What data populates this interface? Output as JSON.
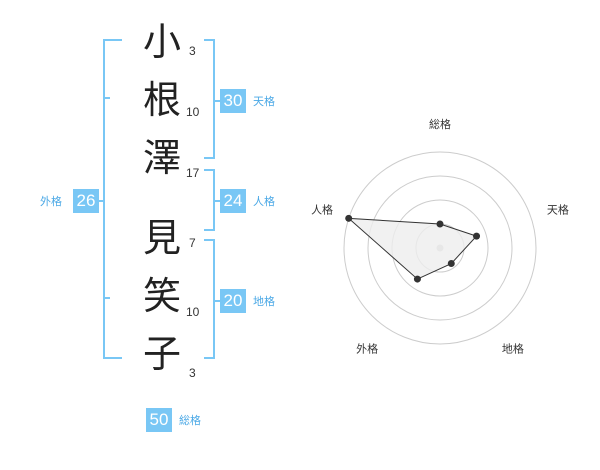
{
  "name": {
    "characters": [
      {
        "char": "小",
        "strokes": "3"
      },
      {
        "char": "根",
        "strokes": "10"
      },
      {
        "char": "澤",
        "strokes": "17"
      },
      {
        "char": "見",
        "strokes": "7"
      },
      {
        "char": "笑",
        "strokes": "10"
      },
      {
        "char": "子",
        "strokes": "3"
      }
    ]
  },
  "fortunes": {
    "tenkaku": {
      "value": "30",
      "label": "天格"
    },
    "jinkaku": {
      "value": "24",
      "label": "人格"
    },
    "chikaku": {
      "value": "20",
      "label": "地格"
    },
    "gaikaku": {
      "value": "26",
      "label": "外格"
    },
    "soukaku": {
      "value": "50",
      "label": "総格"
    }
  },
  "colors": {
    "accent": "#79c7f5",
    "bracket": "#79c7f5",
    "radar_fill": "#eeeeee",
    "radar_grid": "#cccccc",
    "point": "#333333"
  },
  "chart_data": {
    "type": "radar",
    "axes": [
      "総格",
      "天格",
      "地格",
      "外格",
      "人格"
    ],
    "values": [
      0.25,
      0.4,
      0.2,
      0.4,
      1.0
    ],
    "rmax": 1.0,
    "rings": 4
  }
}
